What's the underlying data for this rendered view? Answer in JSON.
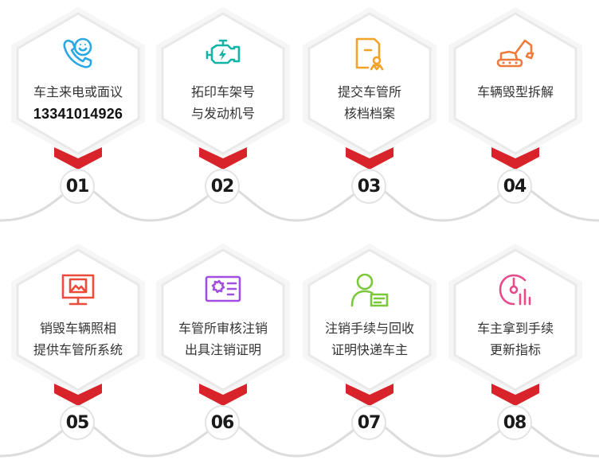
{
  "colors": {
    "accent_red": "#d8232a",
    "hex_border": "#e9e9e9",
    "wave_line": "#dcdcdc",
    "text": "#333333"
  },
  "steps": [
    {
      "number": "01",
      "lines": [
        "车主来电或面议"
      ],
      "phone": "13341014926",
      "icon": "phone-smile-icon",
      "icon_color": "#2aa8e6"
    },
    {
      "number": "02",
      "lines": [
        "拓印车架号",
        "与发动机号"
      ],
      "icon": "engine-icon",
      "icon_color": "#14b3a8"
    },
    {
      "number": "03",
      "lines": [
        "提交车管所",
        "核档档案"
      ],
      "icon": "folder-person-icon",
      "icon_color": "#f2a227"
    },
    {
      "number": "04",
      "lines": [
        "车辆毁型拆解"
      ],
      "icon": "excavator-icon",
      "icon_color": "#f07a3c"
    },
    {
      "number": "05",
      "lines": [
        "销毁车辆照相",
        "提供车管所系统"
      ],
      "icon": "monitor-photo-icon",
      "icon_color": "#ef4b3a"
    },
    {
      "number": "06",
      "lines": [
        "车管所审核注销",
        "出具注销证明"
      ],
      "icon": "certificate-icon",
      "icon_color": "#a14fe0"
    },
    {
      "number": "07",
      "lines": [
        "注销手续与回收",
        "证明快递车主"
      ],
      "icon": "user-card-icon",
      "icon_color": "#7cc83a"
    },
    {
      "number": "08",
      "lines": [
        "车主拿到手续",
        "更新指标"
      ],
      "icon": "chart-icon",
      "icon_color": "#e84a8a"
    }
  ]
}
